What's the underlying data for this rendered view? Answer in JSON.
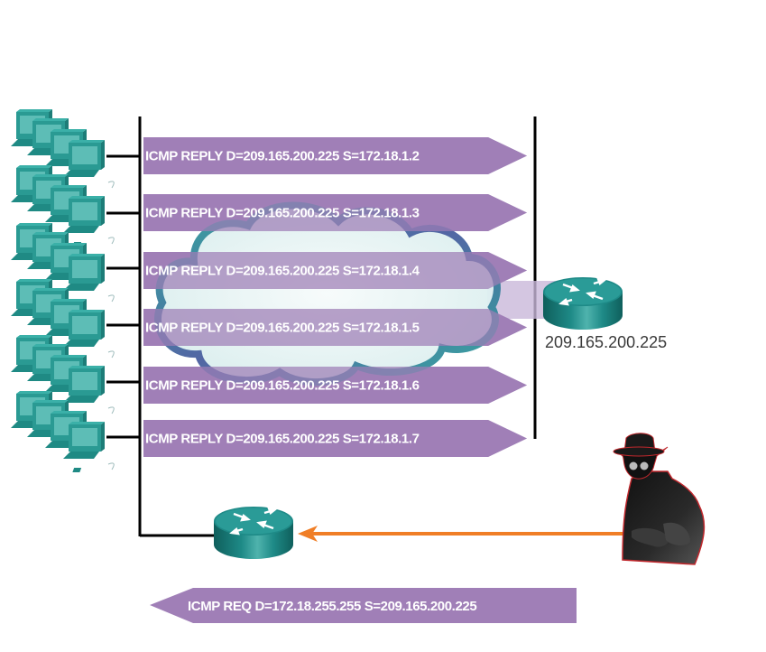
{
  "diagram": {
    "type": "network-attack-illustration",
    "reply_packets": [
      {
        "label": "ICMP REPLY D=209.165.200.225 S=172.18.1.2"
      },
      {
        "label": "ICMP REPLY D=209.165.200.225 S=172.18.1.3"
      },
      {
        "label": "ICMP REPLY D=209.165.200.225 S=172.18.1.4"
      },
      {
        "label": "ICMP REPLY D=209.165.200.225 S=172.18.1.5"
      },
      {
        "label": "ICMP REPLY D=209.165.200.225 S=172.18.1.6"
      },
      {
        "label": "ICMP REPLY D=209.165.200.225 S=172.18.1.7"
      }
    ],
    "request_packet": {
      "label": "ICMP REQ D=172.18.255.255 S=209.165.200.225"
    },
    "victim_router": {
      "ip_label": "209.165.200.225",
      "icon": "router-icon"
    },
    "edge_router": {
      "icon": "router-icon"
    },
    "attacker": {
      "icon": "hacker-icon"
    },
    "host_groups": 6,
    "colors": {
      "packet": "#a07fb7",
      "router": "#1e8a87",
      "pc": "#2a9a93",
      "attack_arrow": "#f07e26",
      "cloud_outline": "#4a5ea0",
      "cloud_fill": "#e8f4f4"
    }
  }
}
